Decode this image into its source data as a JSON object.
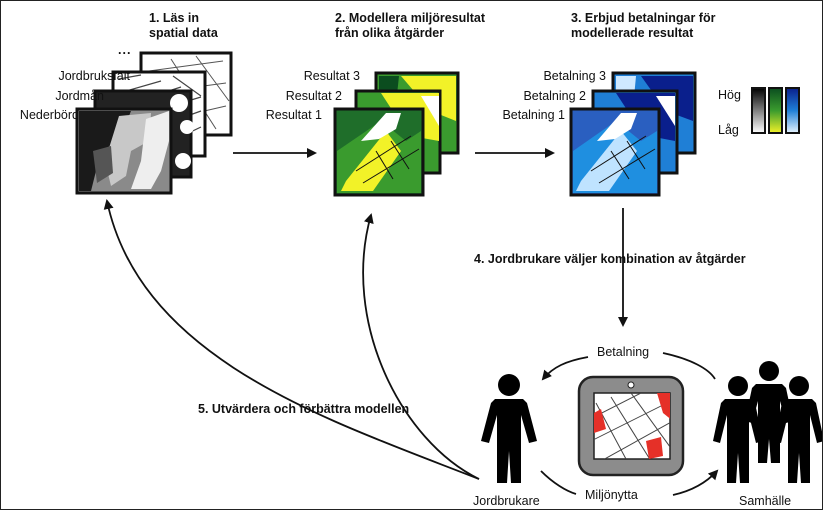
{
  "steps": {
    "step1": [
      "1. Läs in",
      "spatial data"
    ],
    "step2": [
      "2. Modellera miljöresultat",
      "från olika åtgärder"
    ],
    "step3": [
      "3. Erbjud betalningar för",
      "modellerade resultat"
    ],
    "step4": "4. Jordbrukare väljer kombination av åtgärder",
    "step5": "5. Utvärdera och förbättra modellen"
  },
  "input_layers": {
    "ellipsis": "...",
    "labels": [
      "Jordbruksfält",
      "Jordmån",
      "Nederbörd"
    ]
  },
  "results": [
    "Resultat 3",
    "Resultat 2",
    "Resultat 1"
  ],
  "payments": [
    "Betalning 3",
    "Betalning 2",
    "Betalning 1"
  ],
  "legend": {
    "high": "Hög",
    "low": "Låg"
  },
  "cycle": {
    "payment": "Betalning",
    "benefit": "Miljönytta",
    "farmer": "Jordbrukare",
    "society": "Samhälle"
  },
  "colors": {
    "green_high": "#0b4d1f",
    "green_mid": "#3a9b2e",
    "yellow_low": "#e8e820",
    "blue_high": "#0a1f8c",
    "blue_mid": "#1f7fd6",
    "blue_low": "#cfe9ff",
    "payment_field_red": "#e53028",
    "figure": "#000000"
  }
}
